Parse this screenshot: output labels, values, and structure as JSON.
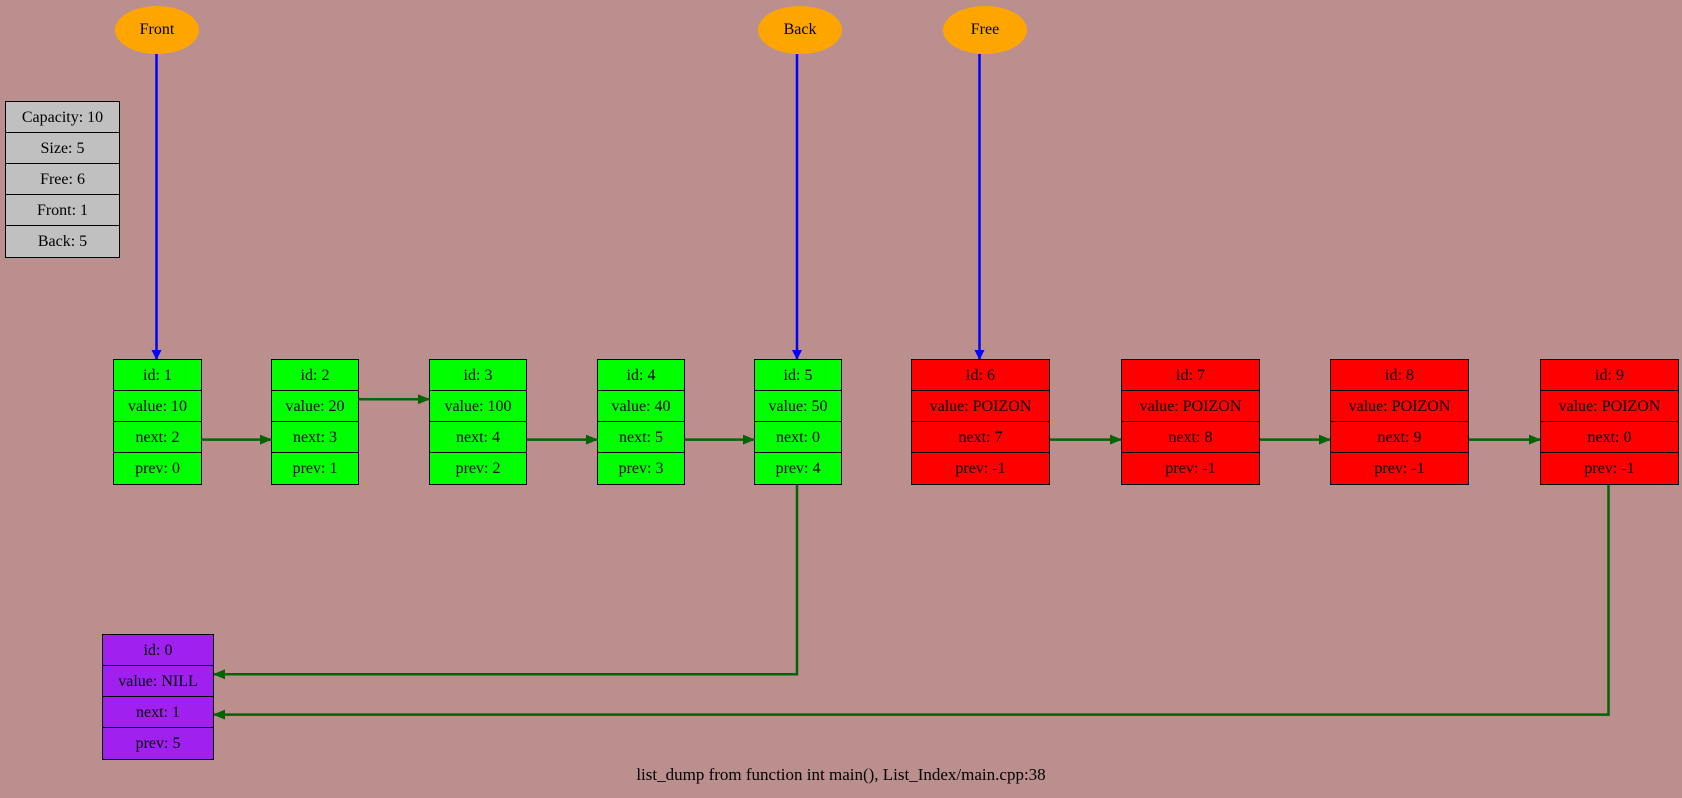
{
  "pointers": [
    {
      "label": "Front",
      "target": 1
    },
    {
      "label": "Back",
      "target": 5
    },
    {
      "label": "Free",
      "target": 6
    }
  ],
  "info": [
    "Capacity: 10",
    "Size: 5",
    "Free: 6",
    "Front: 1",
    "Back: 5"
  ],
  "nodes": [
    {
      "id": "id: 0",
      "value": "value: NILL",
      "next": "next: 1",
      "prev": "prev: 5",
      "state": "nil"
    },
    {
      "id": "id: 1",
      "value": "value: 10",
      "next": "next: 2",
      "prev": "prev: 0",
      "state": "used"
    },
    {
      "id": "id: 2",
      "value": "value: 20",
      "next": "next: 3",
      "prev": "prev: 1",
      "state": "used"
    },
    {
      "id": "id: 3",
      "value": "value: 100",
      "next": "next: 4",
      "prev": "prev: 2",
      "state": "used"
    },
    {
      "id": "id: 4",
      "value": "value: 40",
      "next": "next: 5",
      "prev": "prev: 3",
      "state": "used"
    },
    {
      "id": "id: 5",
      "value": "value: 50",
      "next": "next: 0",
      "prev": "prev: 4",
      "state": "used"
    },
    {
      "id": "id: 6",
      "value": "value: POIZON",
      "next": "next: 7",
      "prev": "prev: -1",
      "state": "free"
    },
    {
      "id": "id: 7",
      "value": "value: POIZON",
      "next": "next: 8",
      "prev": "prev: -1",
      "state": "free"
    },
    {
      "id": "id: 8",
      "value": "value: POIZON",
      "next": "next: 9",
      "prev": "prev: -1",
      "state": "free"
    },
    {
      "id": "id: 9",
      "value": "value: POIZON",
      "next": "next: 0",
      "prev": "prev: -1",
      "state": "free"
    }
  ],
  "links": [
    [
      1,
      2
    ],
    [
      2,
      3
    ],
    [
      3,
      4
    ],
    [
      4,
      5
    ],
    [
      5,
      0
    ],
    [
      6,
      7
    ],
    [
      7,
      8
    ],
    [
      8,
      9
    ],
    [
      9,
      0
    ]
  ],
  "colors": {
    "background": "#bc8f8f",
    "pointer_oval": "#ffa500",
    "pointer_arrow": "#0000ff",
    "link_arrow": "#006400",
    "used_node": "#00ff00",
    "free_node": "#ff0000",
    "nil_node": "#a020f0",
    "info_box": "#c0c0c0"
  },
  "caption": "list_dump from function int main(), List_Index/main.cpp:38"
}
